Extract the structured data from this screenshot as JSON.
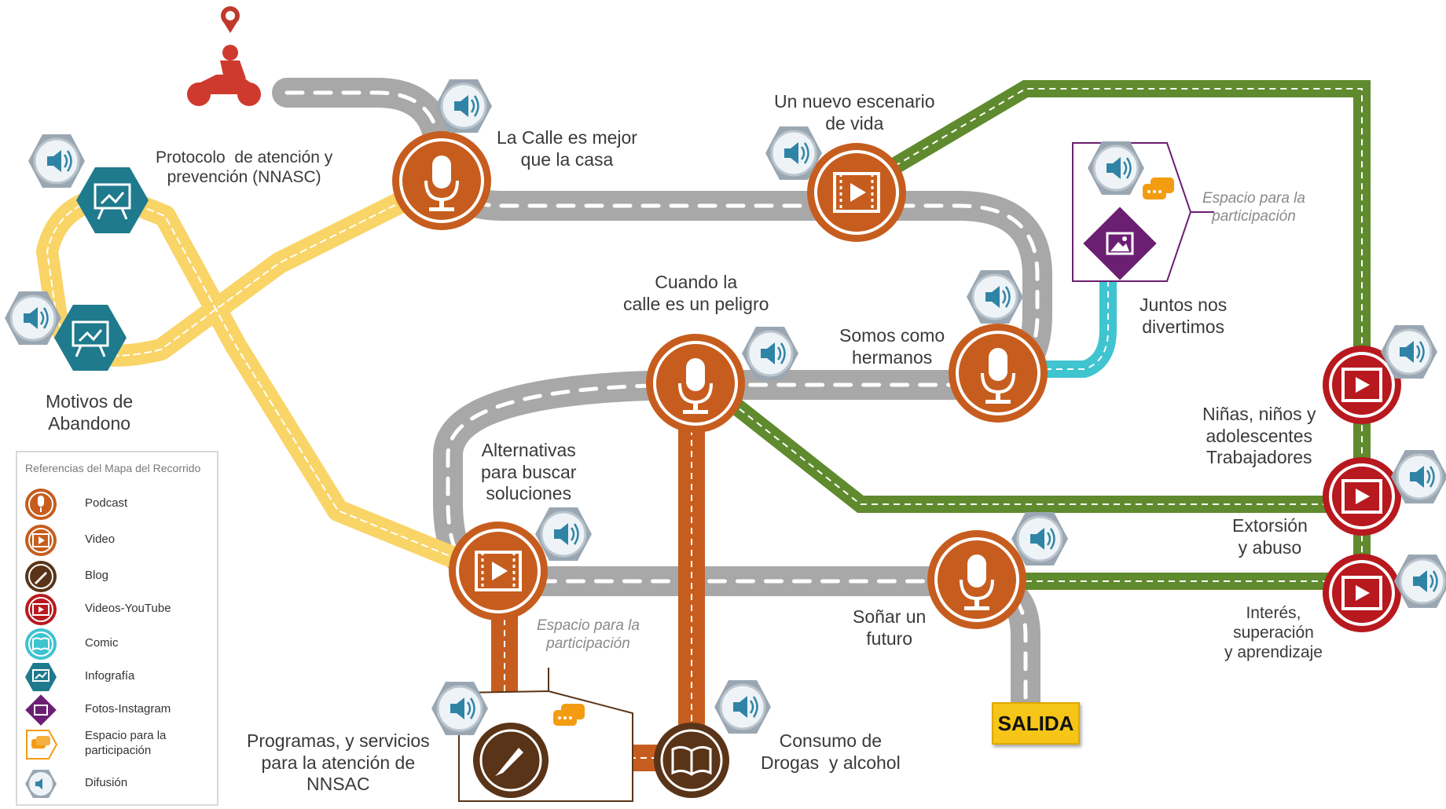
{
  "start_icon": "motorcycle-start-icon",
  "pin_icon": "location-pin-icon",
  "stops": [
    {
      "id": "protocolo",
      "label": "Protocolo  de atención y\nprevención (NNASC)",
      "type": "Infografía"
    },
    {
      "id": "motivos",
      "label": "Motivos de\nAbandono",
      "type": "Infografía"
    },
    {
      "id": "calle_mejor",
      "label": "La Calle es mejor\nque la casa",
      "type": "Podcast"
    },
    {
      "id": "nuevo_escenario",
      "label": "Un nuevo escenario\nde vida",
      "type": "Video"
    },
    {
      "id": "espacio_1",
      "label": "Espacio para la\nparticipación",
      "type": "Espacio para la participación"
    },
    {
      "id": "juntos",
      "label": "Juntos nos\ndivertimos",
      "type": "Fotos-Instagram"
    },
    {
      "id": "somos_hermanos",
      "label": "Somos como\nhermanos",
      "type": "Podcast"
    },
    {
      "id": "calle_peligro",
      "label": "Cuando la\ncalle es un peligro",
      "type": "Podcast"
    },
    {
      "id": "alternativas",
      "label": "Alternativas\npara buscar\nsoluciones",
      "type": "Video"
    },
    {
      "id": "espacio_2",
      "label": "Espacio para la\nparticipación",
      "type": "Espacio para la participación"
    },
    {
      "id": "programas",
      "label": "Programas, y servicios\npara la atención de\nNNSAC",
      "type": "Blog"
    },
    {
      "id": "consumo",
      "label": "Consumo de\nDrogas  y alcohol",
      "type": "Comic"
    },
    {
      "id": "sonar",
      "label": "Soñar un\nfuturo",
      "type": "Podcast"
    },
    {
      "id": "ninas",
      "label": "Niñas, niños y\nadolescentes\nTrabajadores",
      "type": "Videos-YouTube"
    },
    {
      "id": "extorsion",
      "label": "Extorsión\ny abuso",
      "type": "Videos-YouTube"
    },
    {
      "id": "interes",
      "label": "Interés,\nsuperación\ny aprendizaje",
      "type": "Videos-YouTube"
    }
  ],
  "exit_label": "SALIDA",
  "legend": {
    "title": "Referencias del Mapa del Recorrido",
    "items": [
      {
        "label": "Podcast",
        "icon": "podcast-icon",
        "color": "#c65d1e"
      },
      {
        "label": "Video",
        "icon": "video-icon",
        "color": "#c65d1e"
      },
      {
        "label": "Blog",
        "icon": "blog-icon",
        "color": "#5a3418"
      },
      {
        "label": "Videos-YouTube",
        "icon": "youtube-icon",
        "color": "#b8191e"
      },
      {
        "label": "Comic",
        "icon": "comic-icon",
        "color": "#3ec3cf"
      },
      {
        "label": "Infografía",
        "icon": "infographic-icon",
        "color": "#1e7a8c"
      },
      {
        "label": "Fotos-Instagram",
        "icon": "instagram-photos-icon",
        "color": "#6b1f72"
      },
      {
        "label": "Espacio para la\nparticipación",
        "icon": "participation-icon",
        "color": "#f39c12"
      },
      {
        "label": "Difusión",
        "icon": "speaker-icon",
        "color": "#2e7d96"
      }
    ]
  },
  "colors": {
    "road": "#a8a8a8",
    "podcast_video": "#c65d1e",
    "blog": "#5a3418",
    "youtube": "#b8191e",
    "comic": "#3ec3cf",
    "infographic": "#1e7a8c",
    "instagram": "#6b1f72",
    "path_yellow": "#f9d467",
    "path_green": "#5f8a2e",
    "path_orange": "#c65d1e",
    "path_cyan": "#40c4d0",
    "exit": "#f5c518"
  }
}
